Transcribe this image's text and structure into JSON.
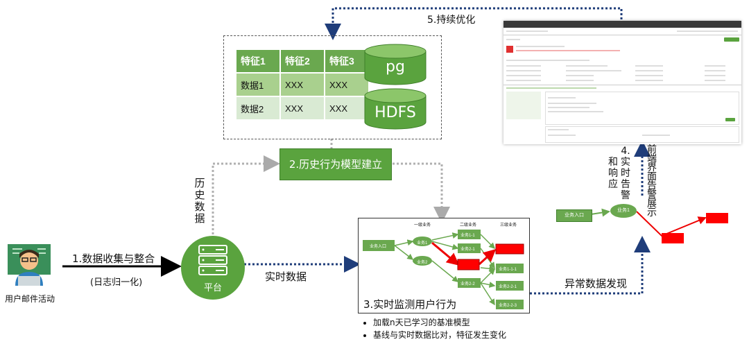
{
  "title_optimize": "5.持续优化",
  "table": {
    "headers": [
      "特征1",
      "特征2",
      "特征3"
    ],
    "rows": [
      [
        "数据1",
        "XXX",
        "XXX"
      ],
      [
        "数据2",
        "XXX",
        "XXX"
      ]
    ]
  },
  "db_pg": "pg",
  "db_hdfs": "HDFS",
  "model_box": "2.历史行为模型建立",
  "hist_label": [
    "历",
    "史",
    "数",
    "据"
  ],
  "user_label": "用户邮件活动",
  "collect_label": "1.数据收集与整合",
  "collect_sub": "(日志归一化)",
  "platform_label": "平台",
  "realtime_label": "实时数据",
  "monitor_title": "3.实时监测用户行为",
  "monitor_nodes": {
    "entry": "业务入口",
    "l1": "一级业务",
    "l2": "二级业务",
    "l3": "三级业务",
    "n1": "业务1",
    "n2": "业务2",
    "n11": "业务1-1",
    "n21": "业务2-1",
    "n22": "业务2-2",
    "n111": "业务1-1-1",
    "n221": "业务2-2-1",
    "n223": "业务2-2-3"
  },
  "bullets": [
    "加载n天已学习的基准模型",
    "基线与实时数据比对，特征发生变化"
  ],
  "anomaly_label": "异常数据发现",
  "alert_label_1": [
    "4.",
    "实",
    "时",
    "告",
    "警"
  ],
  "alert_label_2": [
    "和",
    "响",
    "应"
  ],
  "frontend_label": [
    "前",
    "端",
    "界",
    "面",
    "告",
    "警",
    "展",
    "示"
  ],
  "right_nodes": {
    "entry": "业务入口",
    "n1": "业务1"
  },
  "colors": {
    "green": "#5aa33e",
    "dashed_blue": "#1f3d7a",
    "gray_dash": "#b0b0b0",
    "alert_red": "#ff0000",
    "header_green": "#6aa84f"
  }
}
